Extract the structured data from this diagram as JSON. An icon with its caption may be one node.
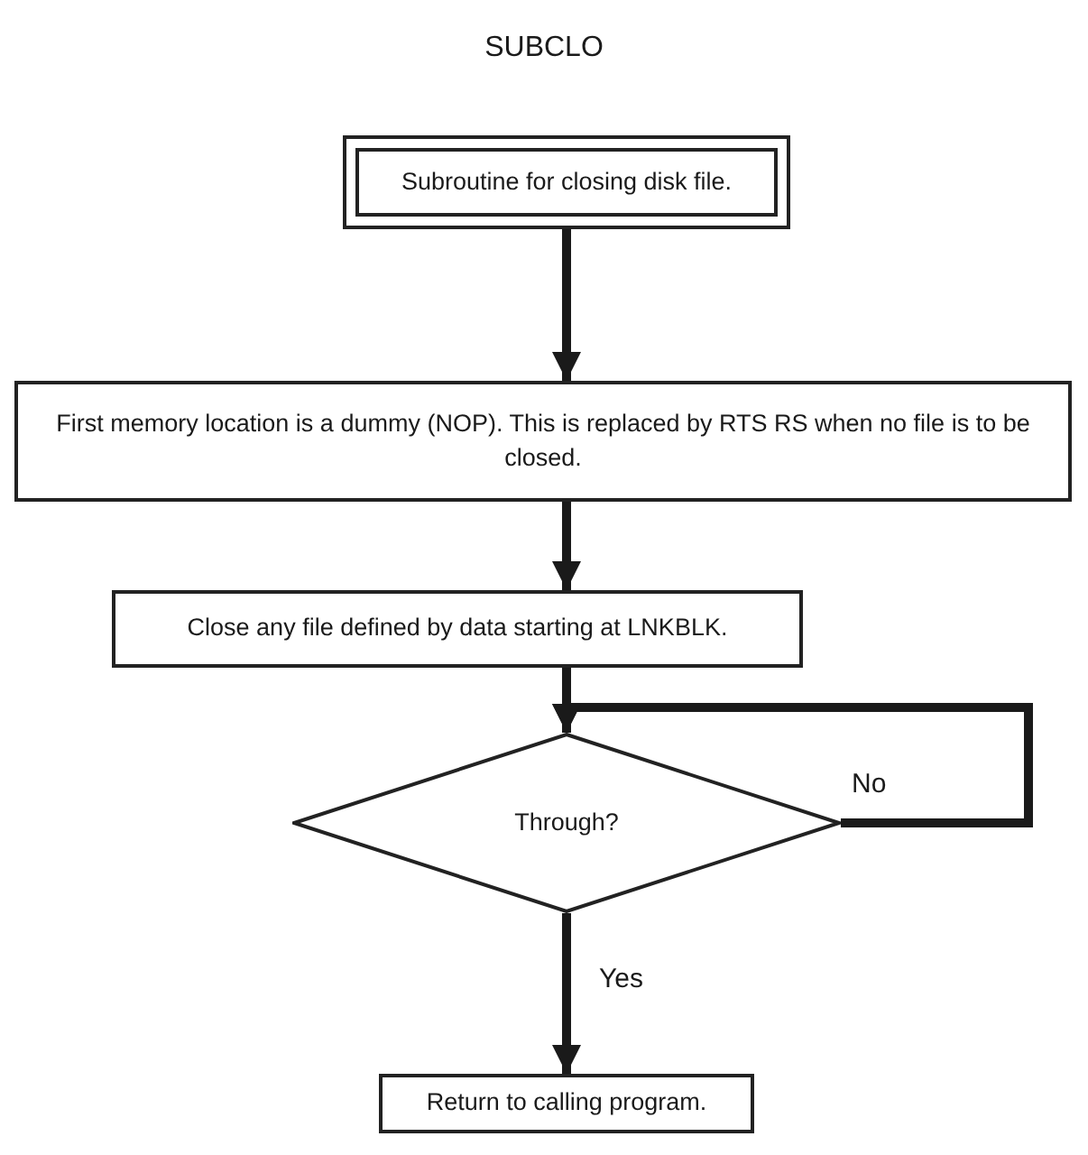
{
  "diagram": {
    "title": "SUBCLO",
    "nodes": [
      {
        "text": [
          "Subroutine for closing disk file."
        ]
      },
      {
        "text": [
          "First memory location is a dummy (NOP). This is replaced by RTS RS when no file is to be closed."
        ]
      },
      {
        "text": [
          "Close any file defined by data starting at LNKBLK."
        ]
      },
      {
        "text": [
          "Through?"
        ]
      },
      {
        "text": [
          "Return to calling program."
        ]
      }
    ],
    "edges": [
      {
        "from": 0,
        "to": 1,
        "arrow": "to"
      },
      {
        "from": 1,
        "to": 2,
        "arrow": "to"
      },
      {
        "from": 2,
        "to": 3,
        "arrow": "to"
      },
      {
        "from": 3,
        "to": 3,
        "arrow": "to",
        "label": "No"
      },
      {
        "from": 3,
        "to": 4,
        "arrow": "to",
        "label": "Yes"
      }
    ]
  }
}
